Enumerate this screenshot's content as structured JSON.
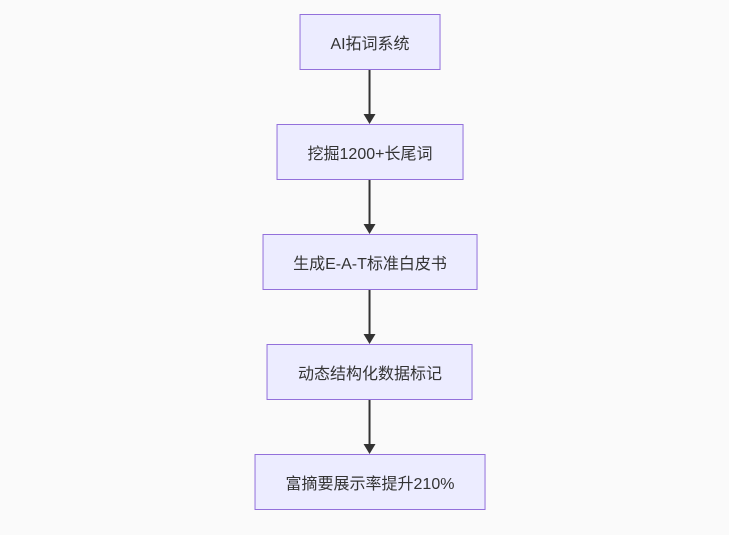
{
  "page": {
    "background_color": "#fafafa"
  },
  "flowchart": {
    "type": "vertical-flow",
    "node_fill_color": "#ececff",
    "node_border_color": "#9370db",
    "node_text_color": "#333333",
    "arrow_color": "#333333",
    "nodes": [
      {
        "label": "AI拓词系统"
      },
      {
        "label": "挖掘1200+长尾词"
      },
      {
        "label": "生成E-A-T标准白皮书"
      },
      {
        "label": "动态结构化数据标记"
      },
      {
        "label": "富摘要展示率提升210%"
      }
    ]
  }
}
